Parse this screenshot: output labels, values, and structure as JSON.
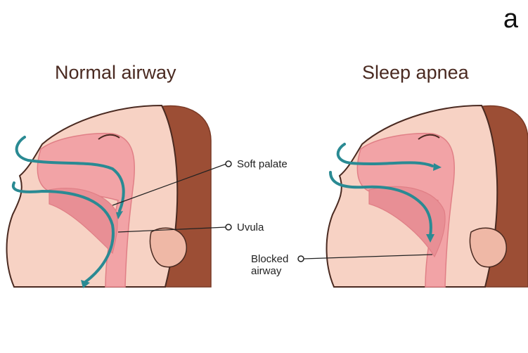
{
  "panel_letter": "a",
  "panels": {
    "left": {
      "heading": "Normal airway"
    },
    "right": {
      "heading": "Sleep apnea"
    }
  },
  "callouts": {
    "soft_palate": "Soft palate",
    "uvula": "Uvula",
    "blocked_airway_line1": "Blocked",
    "blocked_airway_line2": "airway"
  },
  "colors": {
    "hair": "#9c4e35",
    "hair_dark": "#7a3a26",
    "skin": "#f7d2c4",
    "skin_shadow": "#efb8a6",
    "airway": "#f2a3a6",
    "airway_dark": "#e07f86",
    "tongue": "#e88f95",
    "outline": "#4a2a21",
    "arrow": "#2a8a93"
  }
}
